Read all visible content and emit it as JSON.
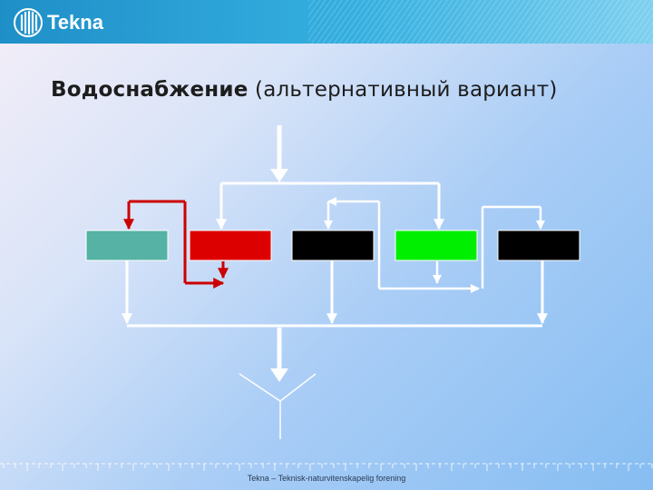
{
  "header": {
    "logo_text": "Tekna",
    "brand_color": "#1f8fc8"
  },
  "title": {
    "bold": "Водоснабжение",
    "rest": " (альтернативный вариант)"
  },
  "diagram": {
    "boxes": [
      {
        "id": "box-1",
        "color": "#55b2a4"
      },
      {
        "id": "box-2",
        "color": "#dd0000"
      },
      {
        "id": "box-3",
        "color": "#000000"
      },
      {
        "id": "box-4",
        "color": "#00ee00"
      },
      {
        "id": "box-5",
        "color": "#000000"
      }
    ],
    "line_colors": {
      "main": "#ffffff",
      "alternative": "#cc0000"
    }
  },
  "footer": {
    "text": "Tekna – Teknisk-naturvitenskapelig forening"
  }
}
